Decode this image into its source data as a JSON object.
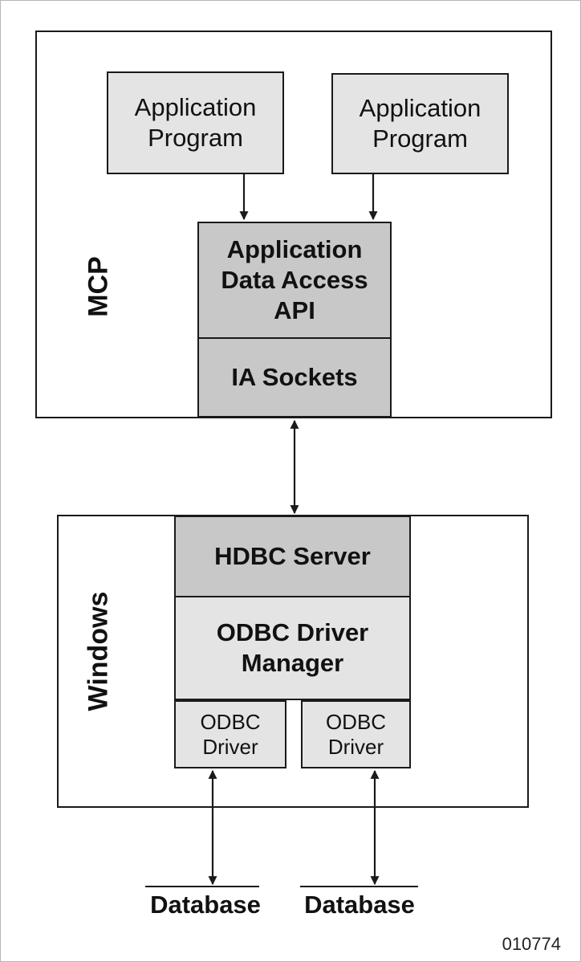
{
  "mcp": {
    "label": "MCP",
    "app_program_1": "Application\nProgram",
    "app_program_2": "Application\nProgram",
    "data_access_api": "Application\nData Access\nAPI",
    "ia_sockets": "IA Sockets"
  },
  "windows": {
    "label": "Windows",
    "hdbc_server": "HDBC Server",
    "driver_manager": "ODBC Driver\nManager",
    "odbc_driver_1": "ODBC\nDriver",
    "odbc_driver_2": "ODBC\nDriver"
  },
  "databases": [
    "Database",
    "Database"
  ],
  "figure_number": "010774",
  "colors": {
    "light_box": "#e4e4e4",
    "dark_box": "#c8c8c8",
    "stroke": "#1a1a1a"
  }
}
